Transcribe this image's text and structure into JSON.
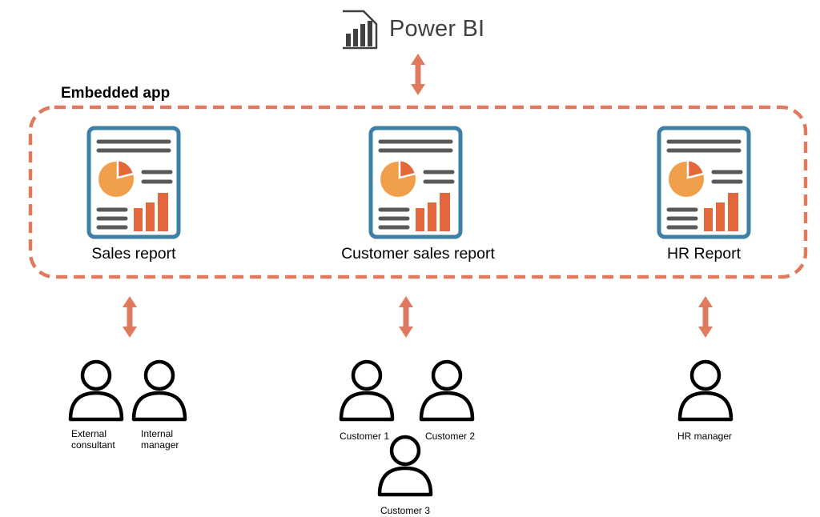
{
  "header": {
    "logo_text": "Power BI",
    "logo_icon": "power-bi-icon"
  },
  "container": {
    "title": "Embedded app",
    "border_color": "#E07A5F"
  },
  "reports": [
    {
      "label": "Sales report"
    },
    {
      "label": "Customer sales report"
    },
    {
      "label": "HR Report"
    }
  ],
  "users": {
    "external_consultant": {
      "line1": "External",
      "line2": "consultant"
    },
    "internal_manager": {
      "line1": "Internal",
      "line2": "manager"
    },
    "customer_1": "Customer 1",
    "customer_2": "Customer 2",
    "customer_3": "Customer 3",
    "hr_manager": "HR manager"
  },
  "colors": {
    "accent": "#E07A5F",
    "report_frame": "#3E7FA6",
    "pie": "#F0A04B",
    "bars": "#E2683C",
    "text_lines": "#595959"
  }
}
